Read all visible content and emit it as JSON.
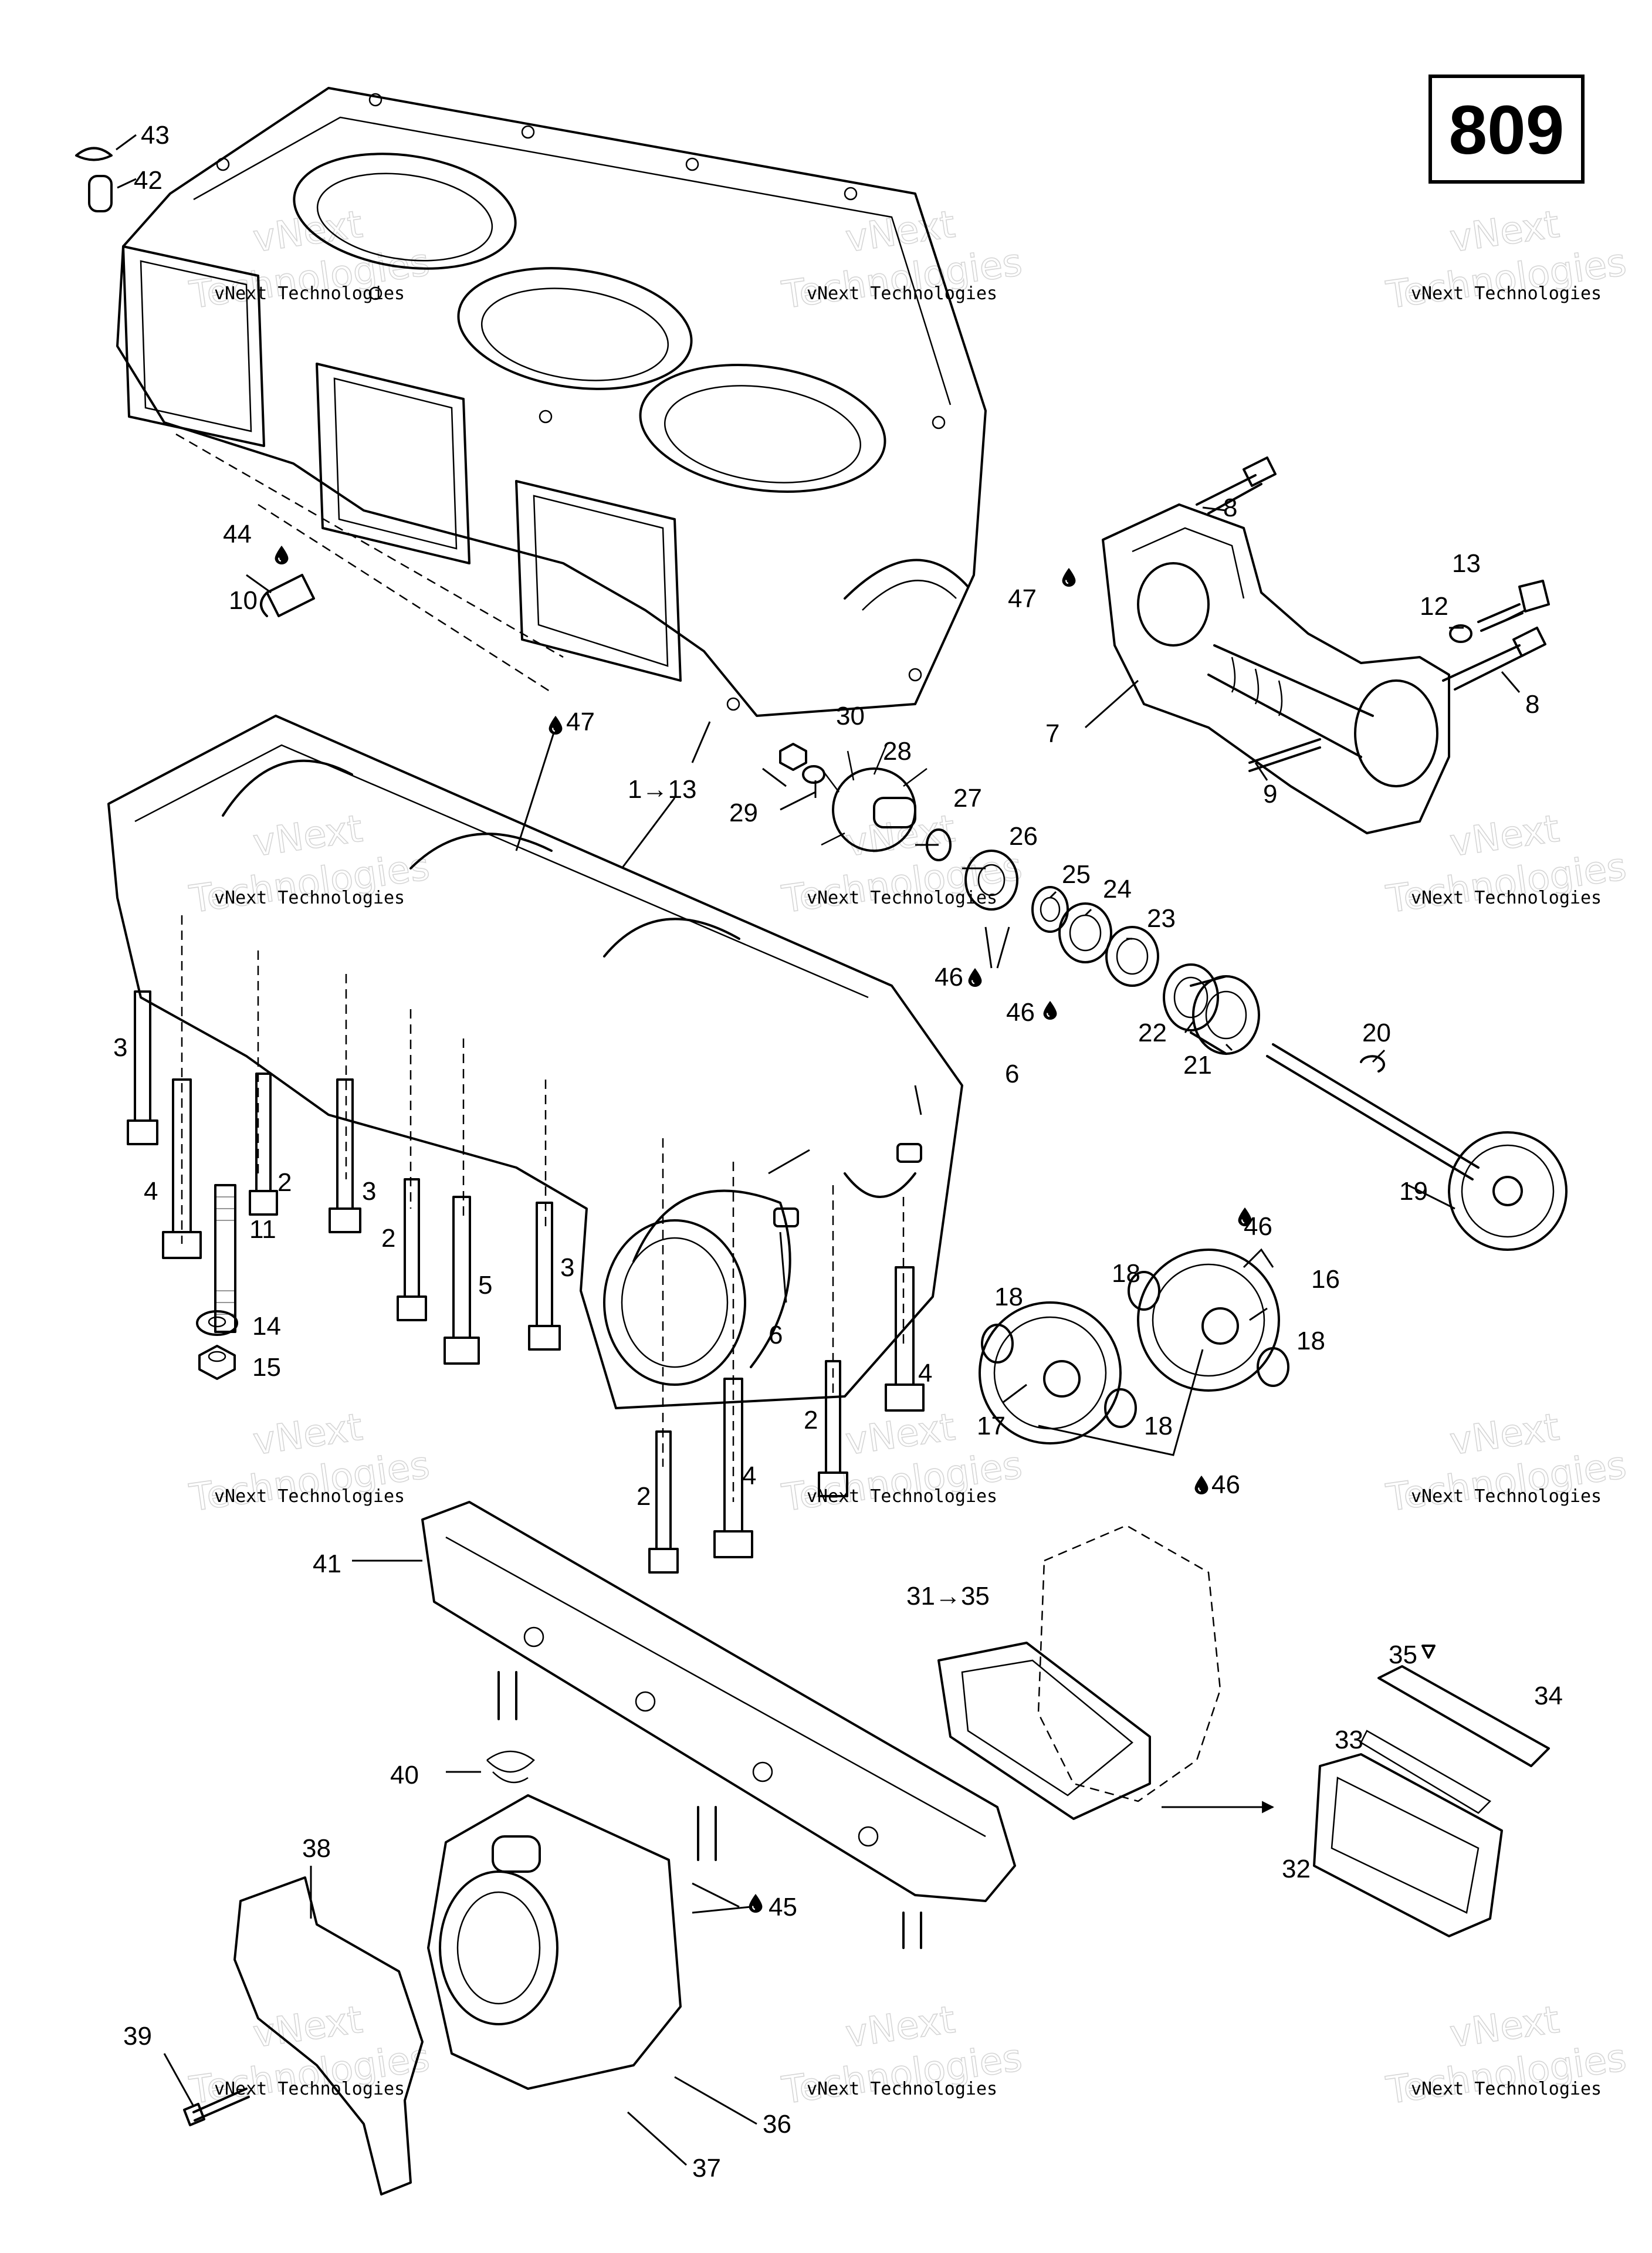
{
  "page": {
    "number": "809"
  },
  "watermark": {
    "small": "vNext Technologies",
    "big_line1": "vNext",
    "big_line2": "Technologies"
  },
  "callouts": {
    "c1": "1",
    "c2": "2",
    "c3": "3",
    "c4": "4",
    "c5": "5",
    "c6": "6",
    "c7": "7",
    "c8": "8",
    "c9": "9",
    "c10": "10",
    "c11": "11",
    "c12": "12",
    "c13": "13",
    "c14": "14",
    "c15": "15",
    "c16": "16",
    "c17": "17",
    "c18": "18",
    "c19": "19",
    "c20": "20",
    "c21": "21",
    "c22": "22",
    "c23": "23",
    "c24": "24",
    "c25": "25",
    "c26": "26",
    "c27": "27",
    "c28": "28",
    "c29": "29",
    "c30": "30",
    "c31": "31",
    "c32": "32",
    "c33": "33",
    "c34": "34",
    "c35": "35",
    "c36": "36",
    "c37": "37",
    "c38": "38",
    "c39": "39",
    "c40": "40",
    "c41": "41",
    "c42": "42",
    "c43": "43",
    "c44": "44",
    "c45": "45",
    "c46": "46",
    "c47": "47",
    "range_1_13": "1→13",
    "range_31_35": "31→35"
  },
  "icons": {
    "lubricant": "lubricant-drop-icon",
    "arrow": "arrow-right-icon"
  }
}
